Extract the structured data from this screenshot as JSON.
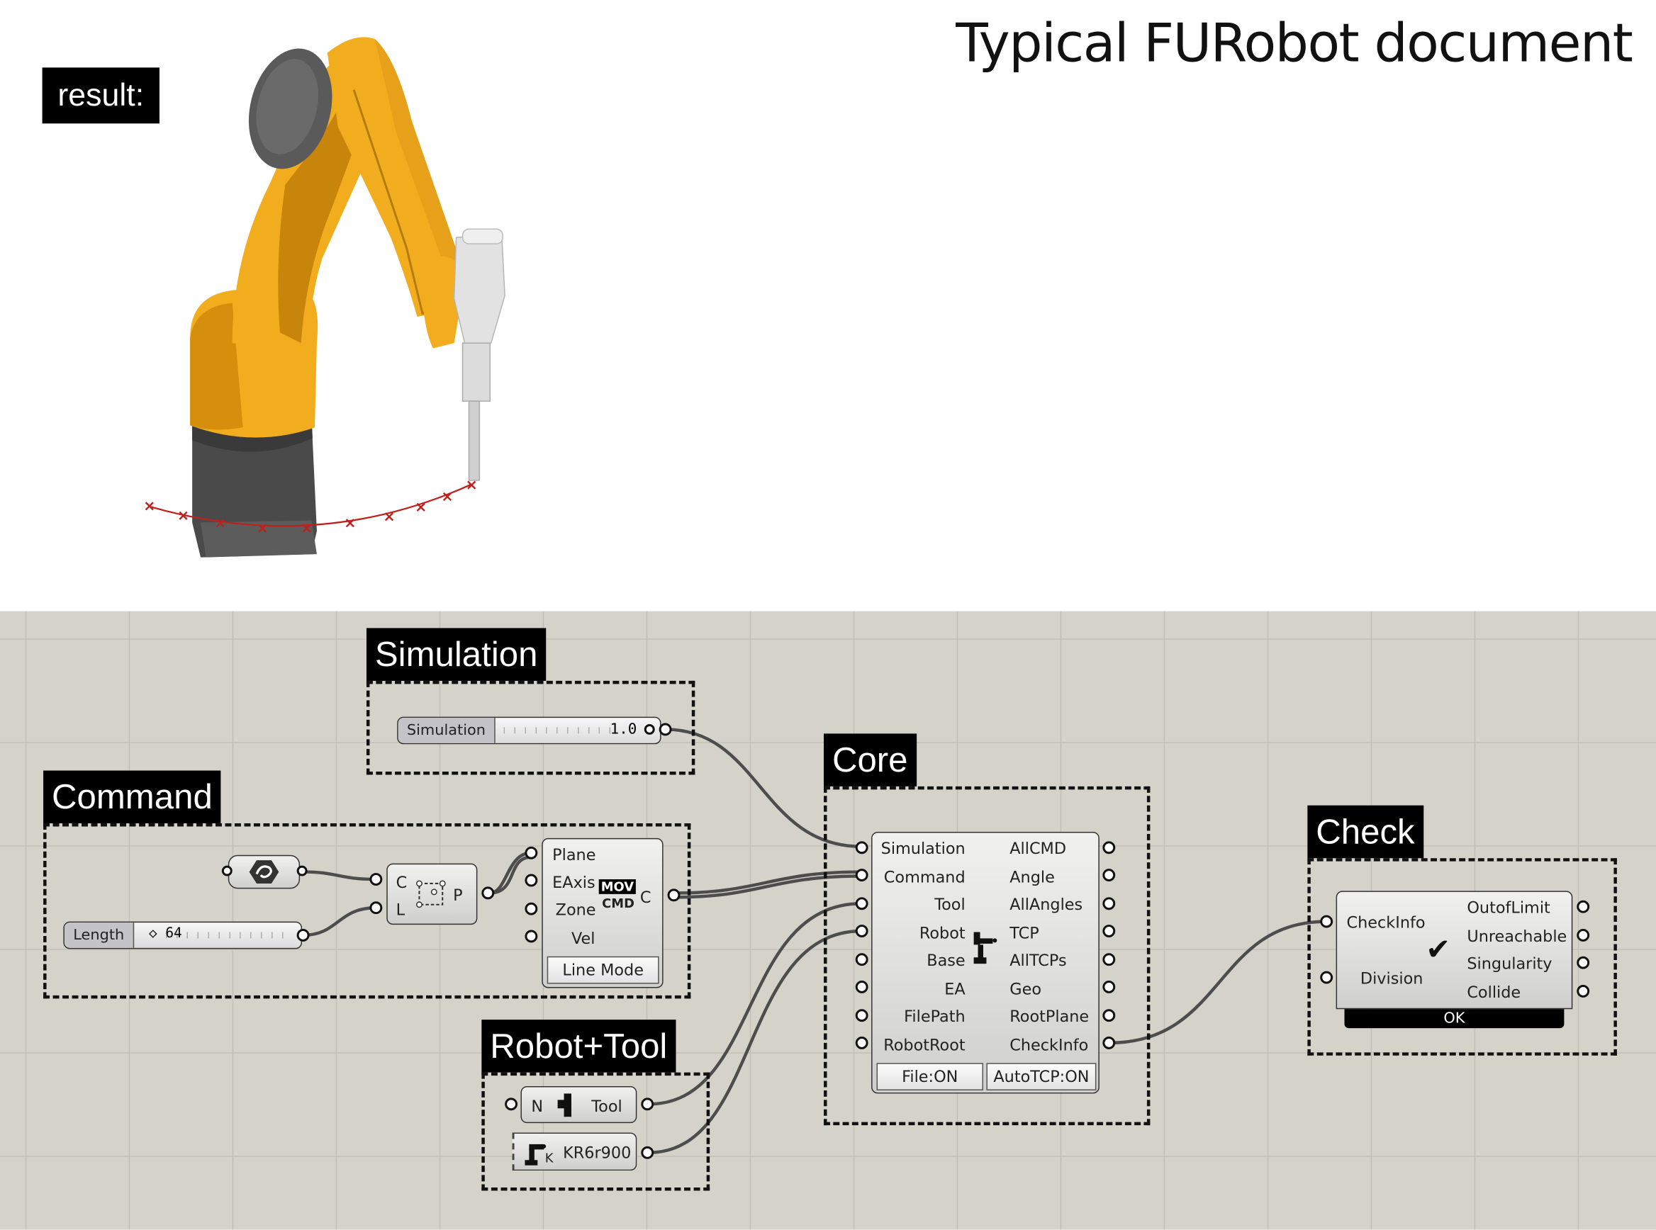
{
  "header": {
    "title": "Typical FURobot document",
    "result_label": "result:"
  },
  "groups": {
    "simulation": "Simulation",
    "command": "Command",
    "core": "Core",
    "robot_tool": "Robot+Tool",
    "check": "Check"
  },
  "simulation_slider": {
    "label": "Simulation",
    "value": "1.0"
  },
  "length_slider": {
    "label": "Length",
    "value": "◇ 64"
  },
  "divide": {
    "inputs": [
      "C",
      "L"
    ],
    "output": "P"
  },
  "move": {
    "inputs": [
      "Plane",
      "EAxis",
      "Zone",
      "Vel"
    ],
    "badge_top": "MOV",
    "badge_bottom": "CMD",
    "output": "C",
    "mode_button": "Line Mode"
  },
  "core": {
    "inputs": [
      "Simulation",
      "Command",
      "Tool",
      "Robot",
      "Base",
      "EA",
      "FilePath",
      "RobotRoot"
    ],
    "outputs": [
      "AllCMD",
      "Angle",
      "AllAngles",
      "TCP",
      "AllTCPs",
      "Geo",
      "RootPlane",
      "CheckInfo"
    ],
    "buttons": [
      "File:ON",
      "AutoTCP:ON"
    ]
  },
  "tool_comp": {
    "input": "N",
    "label": "Tool"
  },
  "robot_comp": {
    "label": "KR6r900",
    "sub": "K"
  },
  "check": {
    "inputs": [
      "CheckInfo",
      "Division"
    ],
    "outputs": [
      "OutofLimit",
      "Unreachable",
      "Singularity",
      "Collide"
    ],
    "status": "OK"
  },
  "colors": {
    "robot": "#f2ad1f",
    "base": "#555555",
    "canvas": "#d4d2c9",
    "curve": "#c0201c"
  }
}
